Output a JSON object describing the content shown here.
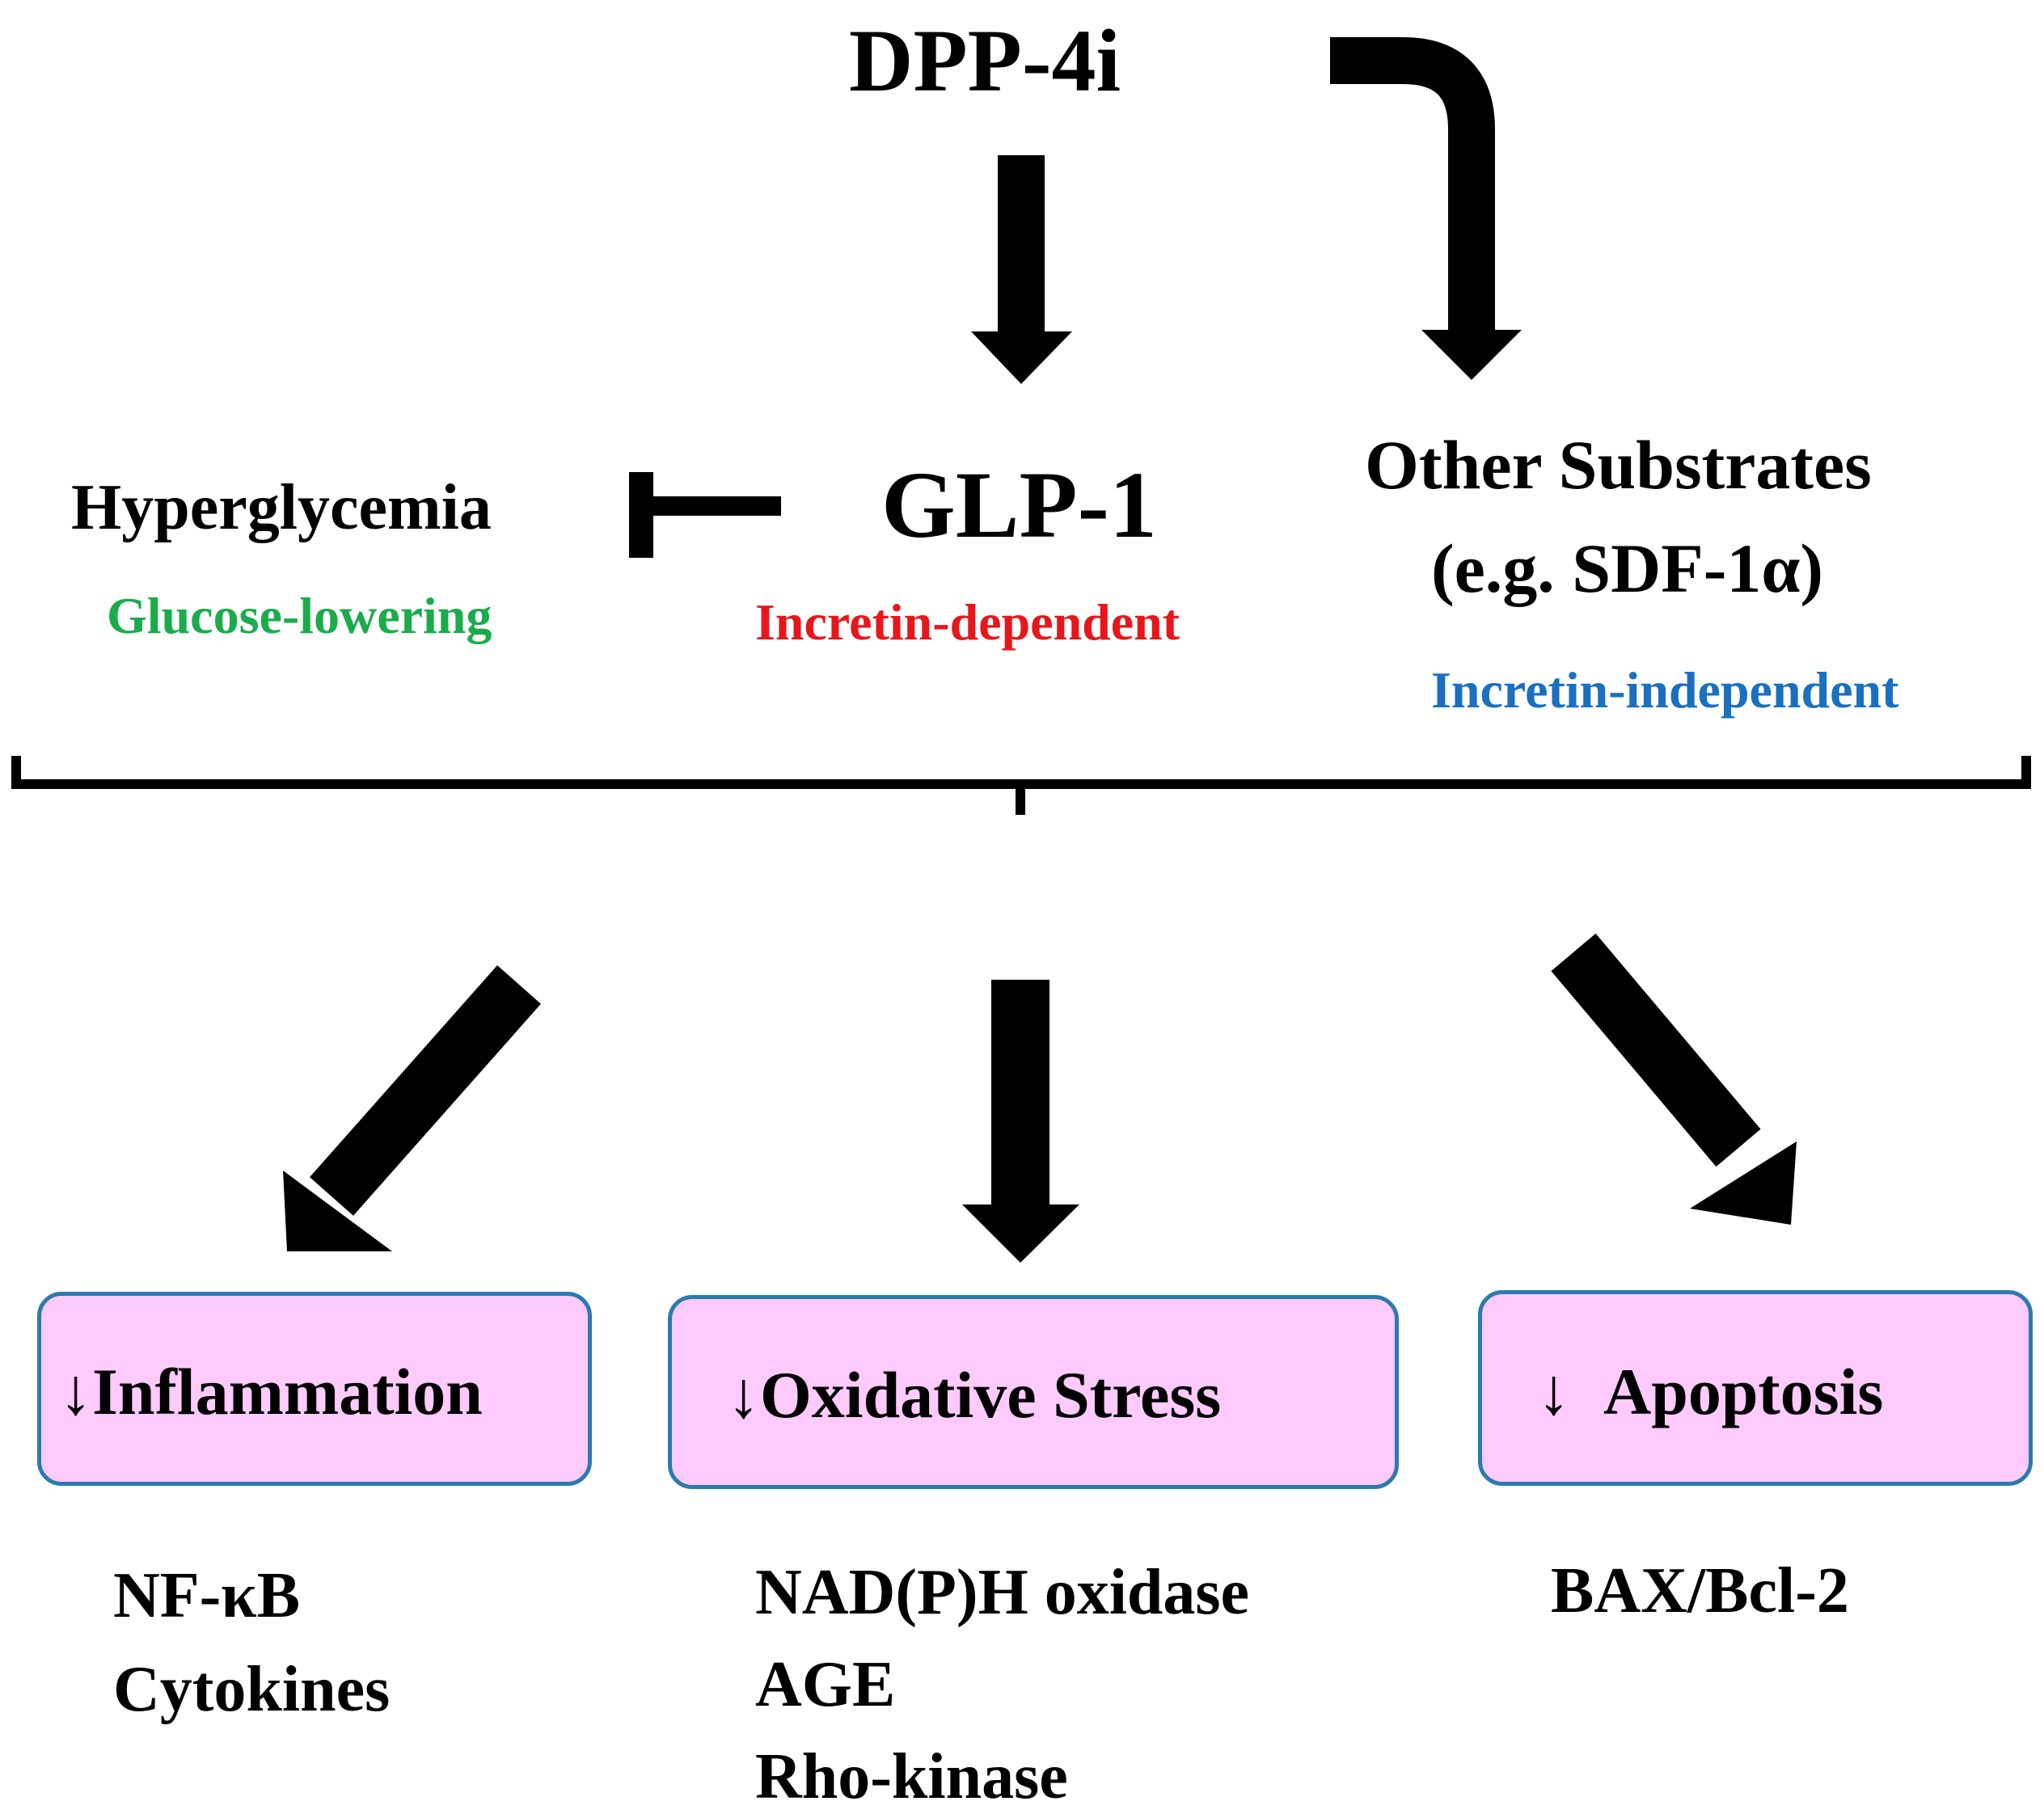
{
  "nodes": {
    "dpp4i": "DPP-4i",
    "glp1": "GLP-1",
    "hyperglycemia": "Hyperglycemia",
    "other_substrates_line1": "Other Substrates",
    "other_substrates_line2": "(e.g. SDF-1α)"
  },
  "annotations": {
    "glucose_lowering": {
      "text": "Glucose-lowering",
      "color": "#1aac4a"
    },
    "incretin_dependent": {
      "text": "Incretin-dependent",
      "color": "#e8161b"
    },
    "incretin_independent": {
      "text": "Incretin-independent",
      "color": "#1a6fc0"
    }
  },
  "outcomes": [
    {
      "arrow": "↓",
      "label": "Inflammation",
      "markers": [
        "NF-κB",
        "Cytokines"
      ]
    },
    {
      "arrow": "↓",
      "label": "Oxidative Stress",
      "markers": [
        "NAD(P)H oxidase",
        "AGE",
        "Rho-kinase"
      ]
    },
    {
      "arrow": "↓",
      "label": "Apoptosis",
      "markers": [
        "BAX/Bcl-2"
      ]
    }
  ],
  "colors": {
    "box_fill": "#ffcafc",
    "box_border": "#2a7ab0",
    "arrow": "#000000"
  }
}
